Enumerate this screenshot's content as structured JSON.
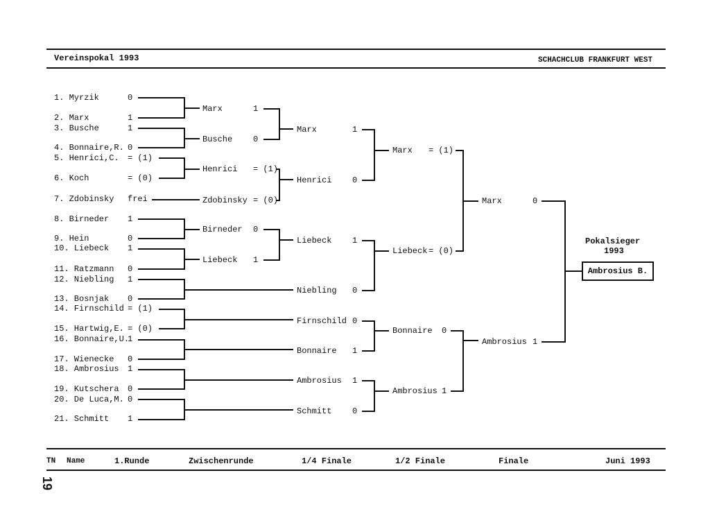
{
  "header": {
    "left": "Vereinspokal 1993",
    "right": "SCHACHCLUB FRANKFURT WEST"
  },
  "footer": {
    "cols": [
      "TN",
      "Name",
      "1.Runde",
      "Zwischenrunde",
      "1/4 Finale",
      "1/2 Finale",
      "Finale",
      "Juni 1993"
    ],
    "page_number": "19"
  },
  "round1": [
    {
      "name": "1. Myrzik",
      "score": "0"
    },
    {
      "name": "2. Marx",
      "score": "1"
    },
    {
      "name": "3. Busche",
      "score": "1"
    },
    {
      "name": "4. Bonnaire,R.",
      "score": "0"
    },
    {
      "name": "5. Henrici,C.",
      "score": "= (1)"
    },
    {
      "name": "6. Koch",
      "score": "= (0)"
    },
    {
      "name": "7. Zdobinsky",
      "score": "frei"
    },
    {
      "name": "8. Birneder",
      "score": "1"
    },
    {
      "name": "9. Hein",
      "score": "0"
    },
    {
      "name": "10. Liebeck",
      "score": "1"
    },
    {
      "name": "11. Ratzmann",
      "score": "0"
    },
    {
      "name": "12. Niebling",
      "score": "1"
    },
    {
      "name": "13. Bosnjak",
      "score": "0"
    },
    {
      "name": "14. Firnschild",
      "score": "= (1)"
    },
    {
      "name": "15. Hartwig,E.",
      "score": "= (0)"
    },
    {
      "name": "16. Bonnaire,U.",
      "score": "1"
    },
    {
      "name": "17. Wienecke",
      "score": "0"
    },
    {
      "name": "18. Ambrosius",
      "score": "1"
    },
    {
      "name": "19. Kutschera",
      "score": "0"
    },
    {
      "name": "20. De Luca,M.",
      "score": "0"
    },
    {
      "name": "21. Schmitt",
      "score": "1"
    }
  ],
  "zwischenrunde": [
    {
      "name": "Marx",
      "score": "1"
    },
    {
      "name": "Busche",
      "score": "0"
    },
    {
      "name": "Henrici",
      "score": "= (1)"
    },
    {
      "name": "Zdobinsky",
      "score": "= (0)"
    },
    {
      "name": "Birneder",
      "score": "0"
    },
    {
      "name": "Liebeck",
      "score": "1"
    }
  ],
  "viertelfinale": [
    {
      "name": "Marx",
      "score": "1"
    },
    {
      "name": "Henrici",
      "score": "0"
    },
    {
      "name": "Liebeck",
      "score": "1"
    },
    {
      "name": "Niebling",
      "score": "0"
    },
    {
      "name": "Firnschild",
      "score": "0"
    },
    {
      "name": "Bonnaire",
      "score": "1"
    },
    {
      "name": "Ambrosius",
      "score": "1"
    },
    {
      "name": "Schmitt",
      "score": "0"
    }
  ],
  "halbfinale": [
    {
      "name": "Marx",
      "score": "= (1)"
    },
    {
      "name": "Liebeck",
      "score": "= (0)"
    },
    {
      "name": "Bonnaire",
      "score": "0"
    },
    {
      "name": "Ambrosius",
      "score": "1"
    }
  ],
  "finale": [
    {
      "name": "Marx",
      "score": "0"
    },
    {
      "name": "Ambrosius",
      "score": "1"
    }
  ],
  "winner": {
    "title": "Pokalsieger",
    "year": "1993",
    "name": "Ambrosius B."
  }
}
